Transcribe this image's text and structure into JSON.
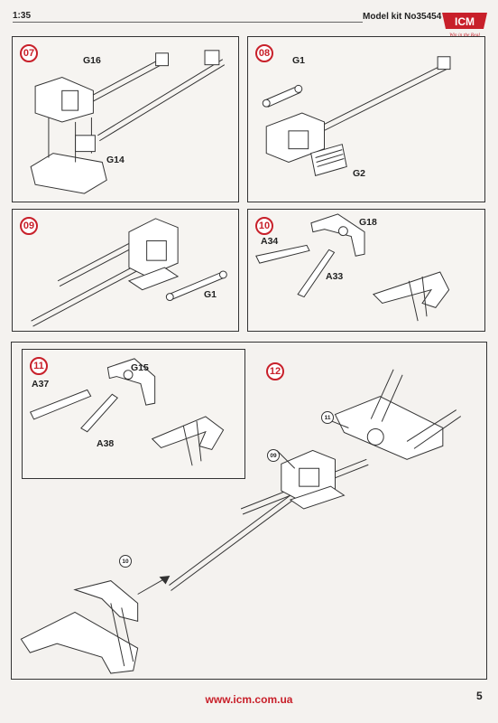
{
  "header": {
    "scale": "1:35",
    "kit": "Model kit No35454"
  },
  "logo": {
    "brand": "ICM",
    "tagline": "Win in the Real"
  },
  "steps": {
    "s07": {
      "num": "07",
      "parts": [
        "G16",
        "G14"
      ]
    },
    "s08": {
      "num": "08",
      "parts": [
        "G1",
        "G2"
      ]
    },
    "s09": {
      "num": "09",
      "parts": [
        "G1"
      ]
    },
    "s10": {
      "num": "10",
      "parts": [
        "G18",
        "A34",
        "A33"
      ]
    },
    "s11": {
      "num": "11",
      "parts": [
        "G15",
        "A37",
        "A38"
      ]
    },
    "s12": {
      "num": "12",
      "refs": [
        "11",
        "09",
        "10"
      ]
    }
  },
  "footer": {
    "url": "www.icm.com.ua",
    "page": "5"
  },
  "colors": {
    "accent": "#c8202a",
    "line": "#333333"
  }
}
